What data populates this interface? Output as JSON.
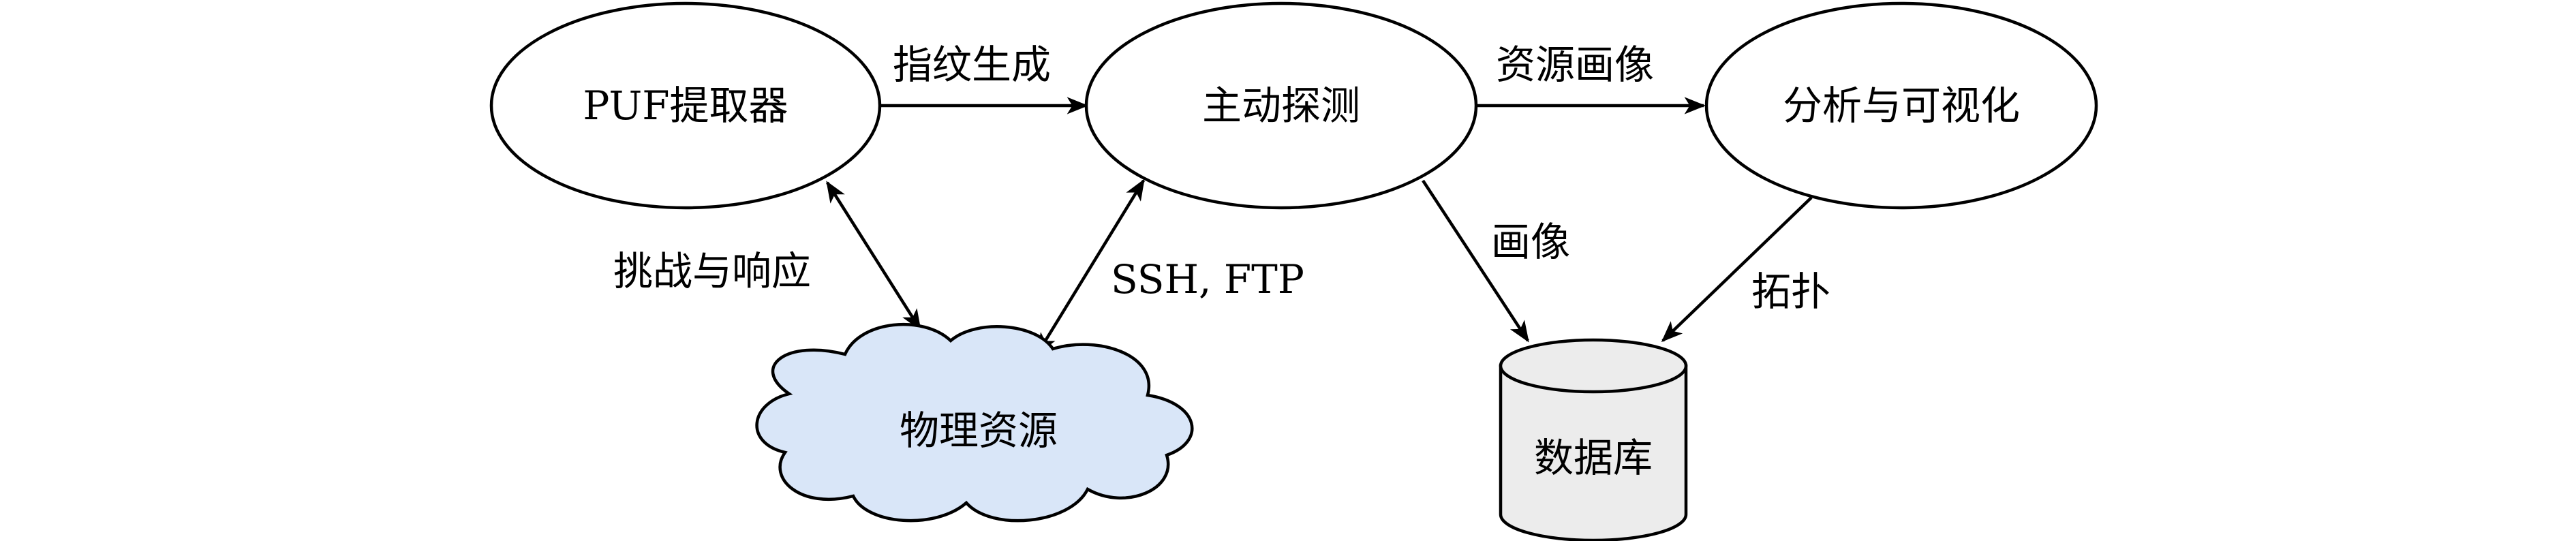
{
  "nodes": {
    "puf": {
      "label": "PUF提取器",
      "shape": "ellipse"
    },
    "probe": {
      "label": "主动探测",
      "shape": "ellipse"
    },
    "analysis": {
      "label": "分析与可视化",
      "shape": "ellipse"
    },
    "physical": {
      "label": "物理资源",
      "shape": "cloud",
      "fill": "#d9e6f8"
    },
    "database": {
      "label": "数据库",
      "shape": "cylinder",
      "fill": "#ececec"
    }
  },
  "edges": {
    "puf_to_probe": {
      "label": "指纹生成",
      "direction": "forward"
    },
    "probe_to_analysis": {
      "label": "资源画像",
      "direction": "forward"
    },
    "puf_physical": {
      "label": "挑战与响应",
      "direction": "both"
    },
    "probe_physical": {
      "label": "SSH, FTP",
      "direction": "both"
    },
    "probe_to_database": {
      "label": "画像",
      "direction": "forward"
    },
    "analysis_to_database": {
      "label": "拓扑",
      "direction": "forward"
    }
  },
  "colors": {
    "stroke": "#000000",
    "cloud_fill": "#d9e6f8",
    "database_fill": "#ececec"
  }
}
